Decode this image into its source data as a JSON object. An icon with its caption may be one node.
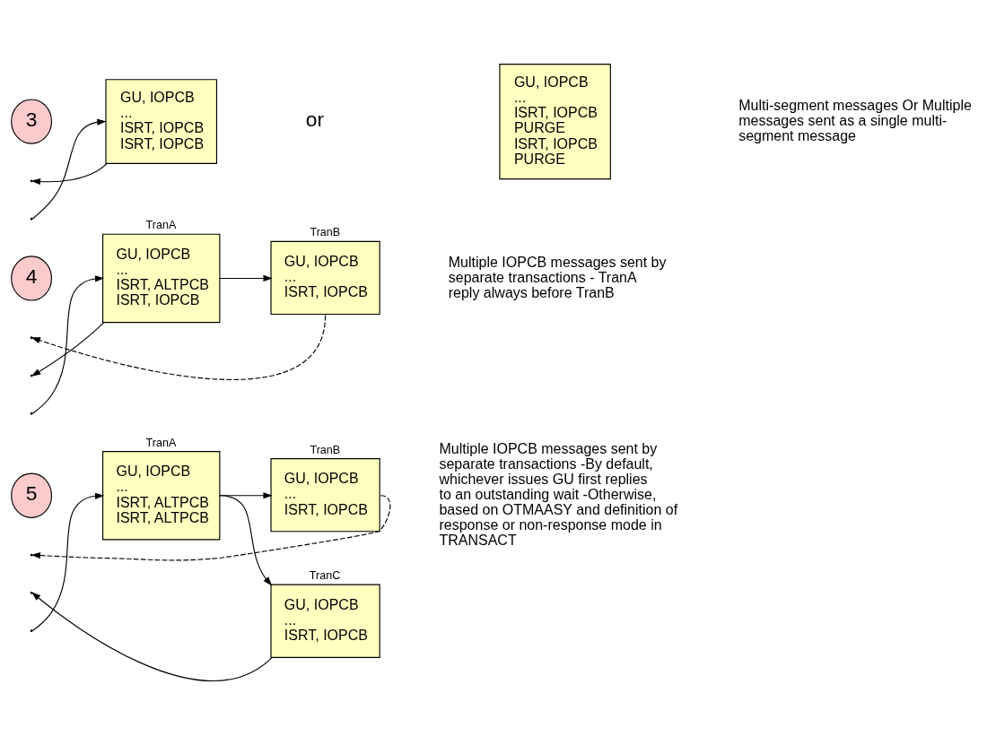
{
  "diagram": {
    "nodes": [
      {
        "text": [
          "3"
        ]
      },
      {
        "text": [
          "GU, IOPCB",
          "...",
          "ISRT, IOPCB",
          "ISRT, IOPCB"
        ]
      },
      {
        "text": [
          "GU, IOPCB",
          "...",
          "ISRT, IOPCB",
          "PURGE",
          "ISRT, IOPCB",
          "PURGE"
        ]
      },
      {
        "text": [
          "4"
        ]
      },
      {
        "text": [
          "TranA",
          "GU, IOPCB",
          "...",
          "ISRT, ALTPCB",
          "ISRT, IOPCB"
        ]
      },
      {
        "text": [
          "TranB",
          "GU, IOPCB",
          "...",
          "ISRT, IOPCB"
        ]
      },
      {
        "text": [
          "5"
        ]
      },
      {
        "text": [
          "TranA",
          "GU, IOPCB",
          "...",
          "ISRT, ALTPCB",
          "ISRT, ALTPCB"
        ]
      },
      {
        "text": [
          "TranB",
          "GU, IOPCB",
          "...",
          "ISRT, IOPCB"
        ]
      },
      {
        "text": [
          "TranC",
          "GU, IOPCB",
          "...",
          "ISRT, IOPCB"
        ]
      }
    ],
    "edges": [
      {
        "from": null,
        "to": 1,
        "arrow": "to"
      },
      {
        "from": 1,
        "to": null,
        "arrow": "to"
      },
      {
        "from": null,
        "to": 4,
        "arrow": "to"
      },
      {
        "from": 4,
        "to": null,
        "arrow": "to"
      },
      {
        "from": 4,
        "to": 5,
        "arrow": "to"
      },
      {
        "from": 5,
        "to": null,
        "arrow": "to",
        "style": "dashed"
      },
      {
        "from": null,
        "to": 7,
        "arrow": "to"
      },
      {
        "from": 7,
        "to": 8,
        "arrow": "to"
      },
      {
        "from": 7,
        "to": 9,
        "arrow": "to"
      },
      {
        "from": 9,
        "to": null,
        "arrow": "to"
      },
      {
        "from": 8,
        "to": null,
        "arrow": "to",
        "style": "dashed"
      }
    ],
    "labels": [
      "or",
      "Multi-segment messages Or Multiple messages sent as a single multi-segment message",
      "Multiple IOPCB messages sent by separate transactions - TranA reply always before TranB",
      "Multiple IOPCB messages sent by separate transactions -By default, whichever issues GU first replies to an outstanding wait -Otherwise, based on OTMAASY and definition of response or non-response mode in TRANSACT"
    ]
  }
}
